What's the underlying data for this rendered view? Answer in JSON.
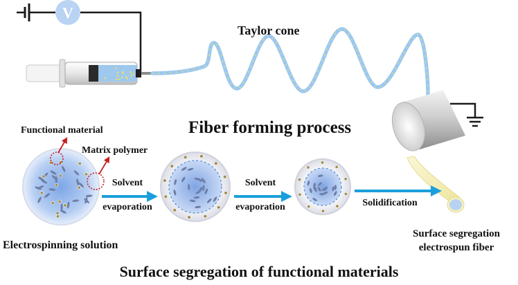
{
  "colors": {
    "wire": "#1a1a1a",
    "jet": "#9cc8f0",
    "jet_dots": "#e8e26a",
    "arrow": "#1b9fdc",
    "pointer": "#c42020",
    "voltmeter": "#b9d3f2",
    "fiber": "#f6f1c2",
    "particle": "#a08c4c",
    "rod": "#6e7ea6",
    "droplet": "#8fb2ea"
  },
  "icons": {
    "voltmeter": "voltmeter-icon",
    "battery": "battery-icon",
    "ground": "ground-icon",
    "syringe": "syringe-icon",
    "collector": "collector-drum-icon"
  },
  "voltmeter": {
    "symbol": "V"
  },
  "labels": {
    "taylor_cone": "Taylor cone",
    "fiber_forming": "Fiber forming process",
    "functional_material": "Functional material",
    "matrix_polymer": "Matrix polymer",
    "solvent_1": "Solvent",
    "evaporation_1": "evaporation",
    "solvent_2": "Solvent",
    "evaporation_2": "evaporation",
    "solidification": "Solidification",
    "electrospinning_solution": "Electrospinning solution",
    "fiber_line1": "Surface segregation",
    "fiber_line2": "electrospun fiber",
    "bottom_title": "Surface segregation of functional materials"
  }
}
